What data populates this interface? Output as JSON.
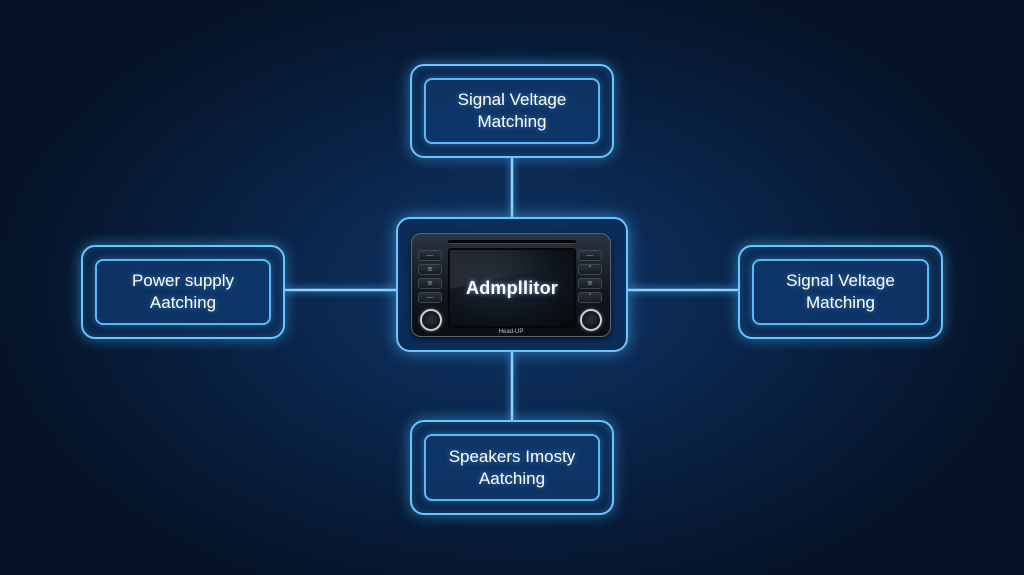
{
  "diagram": {
    "nodes": {
      "top": {
        "line1": "Signal Veltage",
        "line2": "Matching"
      },
      "left": {
        "line1": "Power supply",
        "line2": "Aatching"
      },
      "right": {
        "line1": "Signal Veltage",
        "line2": "Matching"
      },
      "bottom": {
        "line1": "Speakers Imosty",
        "line2": "Aatching"
      }
    },
    "center": {
      "screen_title": "Admpllitor",
      "brand_label": "Head-UP",
      "side_button_icons": [
        "menu-icon",
        "settings-icon",
        "list-icon",
        "back-icon",
        "up-icon",
        "down-icon"
      ]
    },
    "colors": {
      "background": "#0b2850",
      "glow": "#67c6ff",
      "text": "#ffffff"
    }
  }
}
